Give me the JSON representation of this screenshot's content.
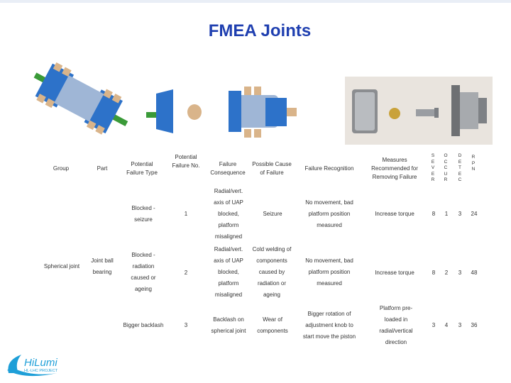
{
  "slide": {
    "title": "FMEA Joints"
  },
  "table": {
    "headers": {
      "group": "Group",
      "part": "Part",
      "failure_type": "Potential\nFailure Type",
      "failure_no": "Potential\nFailure No.",
      "consequence": "Failure\nConsequence",
      "cause": "Possible Cause\nof Failure",
      "recognition": "Failure Recognition",
      "measures": "Measures\nRecommended for\nRemoving Failure",
      "sever": "S\nE\nV\nE\nR",
      "occur": "O\nC\nC\nU\nR",
      "detec": "D\nE\nT\nE\nC",
      "rpn": "R\nP\nN"
    },
    "group_value": "Spherical joint",
    "part_value": "Joint ball\nbearing",
    "rows": [
      {
        "type": "Blocked -\nseizure",
        "no": "1",
        "consequence": "Radial/vert.\naxis of UAP\nblocked,\nplatform\nmisaligned",
        "cause": "Seizure",
        "recognition": "No movement, bad\nplatform position\nmeasured",
        "measures": "Increase torque",
        "sever": "8",
        "occur": "1",
        "detec": "3",
        "rpn": "24"
      },
      {
        "type": "Blocked -\nradiation\ncaused or\nageing",
        "no": "2",
        "consequence": "Radial/vert.\naxis of UAP\nblocked,\nplatform\nmisaligned",
        "cause": "Cold welding of\ncomponents\ncaused by\nradiation or\nageing",
        "recognition": "No movement, bad\nplatform position\nmeasured",
        "measures": "Increase torque",
        "sever": "8",
        "occur": "2",
        "detec": "3",
        "rpn": "48"
      },
      {
        "type": "Bigger backlash",
        "no": "3",
        "consequence": "Backlash on\nspherical joint",
        "cause": "Wear of\ncomponents",
        "recognition": "Bigger rotation of\nadjustment knob to\nstart move the piston",
        "measures": "Platform pre-\nloaded in\nradial/vertical\ndirection",
        "sever": "3",
        "occur": "4",
        "detec": "3",
        "rpn": "36"
      }
    ]
  },
  "logo": {
    "text": "HiLumi",
    "sub": "HL-LHC PROJECT",
    "accent": "#1e9fd8"
  },
  "colors": {
    "title": "#1f3fb0",
    "blue_part": "#1f6fd6",
    "tan_part": "#d9b48a"
  }
}
